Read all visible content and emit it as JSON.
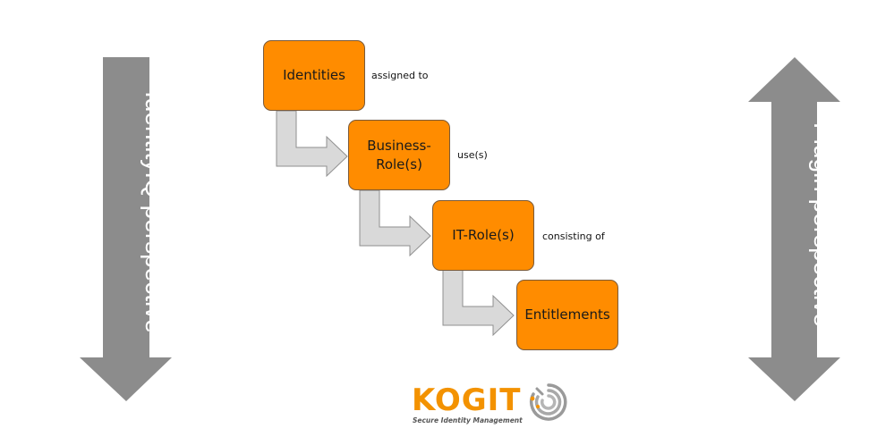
{
  "left_arrow": {
    "label": "IdentityIQ perspective",
    "direction": "down",
    "color": "#8c8c8c"
  },
  "right_arrow": {
    "label": "Plugin perspective",
    "direction": "both",
    "color": "#8c8c8c"
  },
  "nodes": [
    {
      "id": "identities",
      "label": "Identities",
      "connector": "assigned to"
    },
    {
      "id": "business-roles",
      "label": "Business-\nRole(s)",
      "connector": "use(s)"
    },
    {
      "id": "it-roles",
      "label": "IT-Role(s)",
      "connector": "consisting of"
    },
    {
      "id": "entitlements",
      "label": "Entitlements",
      "connector": ""
    }
  ],
  "colors": {
    "node_fill": "#ff8c00",
    "connector_arrow": "#d9d9d9",
    "brand": "#f39200"
  },
  "logo": {
    "name": "KOGIT",
    "tagline": "Secure Identity Management",
    "icon": "maze-fingerprint-icon"
  }
}
